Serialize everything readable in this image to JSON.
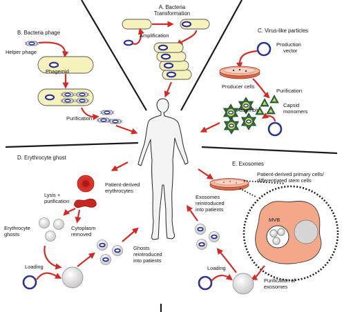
{
  "colors": {
    "arrow": "#d42a25",
    "cell_fill": "#f6f2bc",
    "plasmid": "#2d2f8f",
    "capsid": "#2e6b44",
    "capsid_light": "#c6d84a",
    "dish": "#e07050",
    "erythrocyte": "#d22a25",
    "exo_cell": "#f3a88a",
    "divider": "#1a1a1a"
  },
  "panels": {
    "a": {
      "title_line1": "A. Bacteria",
      "title_line2": "Transformation",
      "step_amplification": "Amplification"
    },
    "b": {
      "title": "B. Bacteria phage",
      "helper_phage": "Helper phage",
      "phagemid": "Phagemid",
      "purification": "Purification"
    },
    "c": {
      "title": "C. Virus-like particles",
      "production_vector_line1": "Production",
      "production_vector_line2": "vector",
      "producer_cells": "Producer cells",
      "purification": "Purification",
      "capsid_line1": "Capsid",
      "capsid_line2": "monomers",
      "assembly": "Assembly"
    },
    "d": {
      "title": "D. Erythrocyte ghost",
      "patient_erythrocytes_line1": "Patient-derived",
      "patient_erythrocytes_line2": "erythrocytes",
      "lysis_line1": "Lysis +",
      "lysis_line2": "purification",
      "ghosts_line1": "Erythrocyte",
      "ghosts_line2": "ghosts",
      "cytoplasm_line1": "Cytoplasm",
      "cytoplasm_line2": "removed",
      "loading": "Loading",
      "reintroduced_line1": "Ghosts",
      "reintroduced_line2": "reintroduced",
      "reintroduced_line3": "into patients"
    },
    "e": {
      "title": "E. Exosomes",
      "primary_cells_line1": "Patient-derived primary cells/",
      "primary_cells_line2": "differentiated stem cells",
      "reintroduced_line1": "Exosomes",
      "reintroduced_line2": "reintroduced",
      "reintroduced_line3": "into patients",
      "mvb": "MVB",
      "loading": "Loading",
      "purification_line1": "Purification of",
      "purification_line2": "exosomes"
    }
  }
}
